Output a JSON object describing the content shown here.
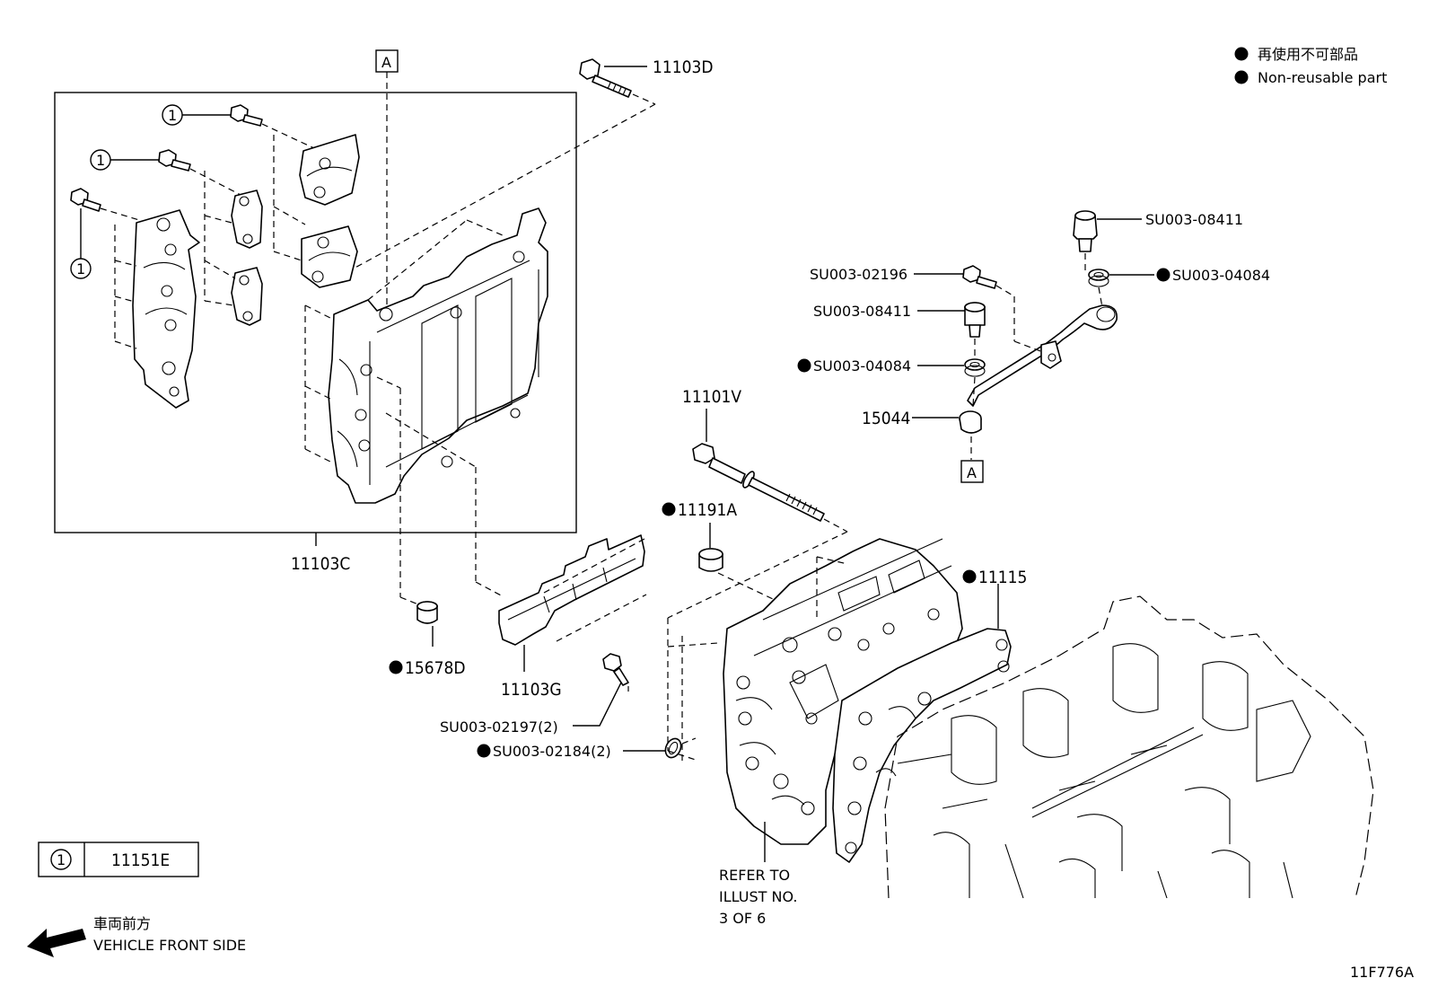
{
  "legend": {
    "non_reusable_jp": "再使用不可部品",
    "non_reusable_en": "Non-reusable part"
  },
  "ref_box": {
    "a_top": "A",
    "a_bottom": "A"
  },
  "callout_symbol": "1",
  "parts": {
    "p11103D": "11103D",
    "p11103C": "11103C",
    "p11101V": "11101V",
    "p11191A": "11191A",
    "p11115": "11115",
    "p15678D": "15678D",
    "p11103G": "11103G",
    "pSU003_02197": "SU003-02197(2)",
    "pSU003_02184": "SU003-02184(2)",
    "pSU003_08411_top": "SU003-08411",
    "pSU003_04084_top": "SU003-04084",
    "pSU003_02196": "SU003-02196",
    "pSU003_08411_mid": "SU003-08411",
    "pSU003_04084_mid": "SU003-04084",
    "p15044": "15044"
  },
  "key_table": {
    "symbol": "1",
    "part": "11151E"
  },
  "refer_note": {
    "line1": "REFER TO",
    "line2": "ILLUST NO.",
    "line3": "3 OF 6"
  },
  "direction": {
    "jp": "車両前方",
    "en": "VEHICLE FRONT SIDE"
  },
  "illustration_id": "11F776A"
}
